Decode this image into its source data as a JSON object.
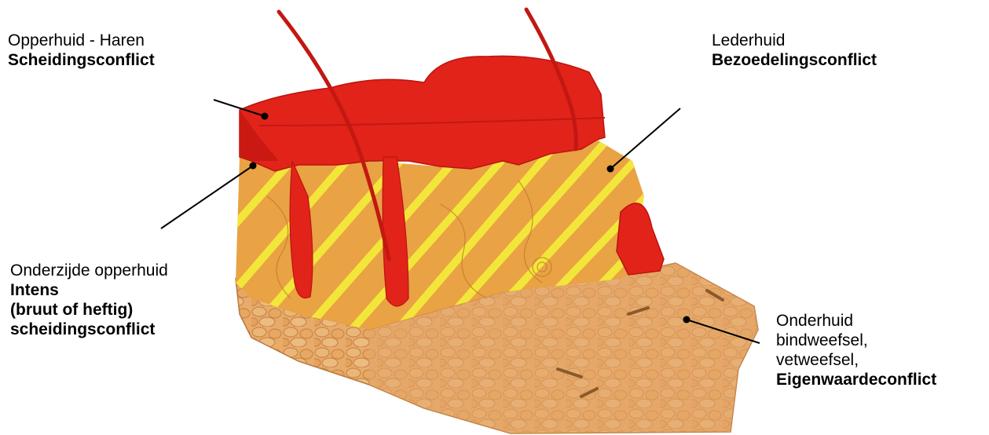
{
  "labels": {
    "epidermis_hair": {
      "line1": "Opperhuid - Haren",
      "line2": "Scheidingsconflict"
    },
    "dermis": {
      "line1": "Lederhuid",
      "line2": "Bezoedelingsconflict"
    },
    "lower_epidermis": {
      "line1": "Onderzijde opperhuid",
      "line2": "Intens",
      "line3": "(bruut of heftig)",
      "line4": "scheidingsconflict"
    },
    "subcutis": {
      "line1": "Onderhuid",
      "line2": "bindweefsel,",
      "line3": "vetweefsel,",
      "line4": "Eigenwaardeconflict"
    }
  },
  "colors": {
    "epidermis_red": "#e2231a",
    "epidermis_dark": "#b8150f",
    "dermis_orange": "#e9a244",
    "stripe_yellow": "#f4ee3a",
    "subcutis_tan": "#e8ab6a",
    "subcutis_dark": "#c98747"
  }
}
